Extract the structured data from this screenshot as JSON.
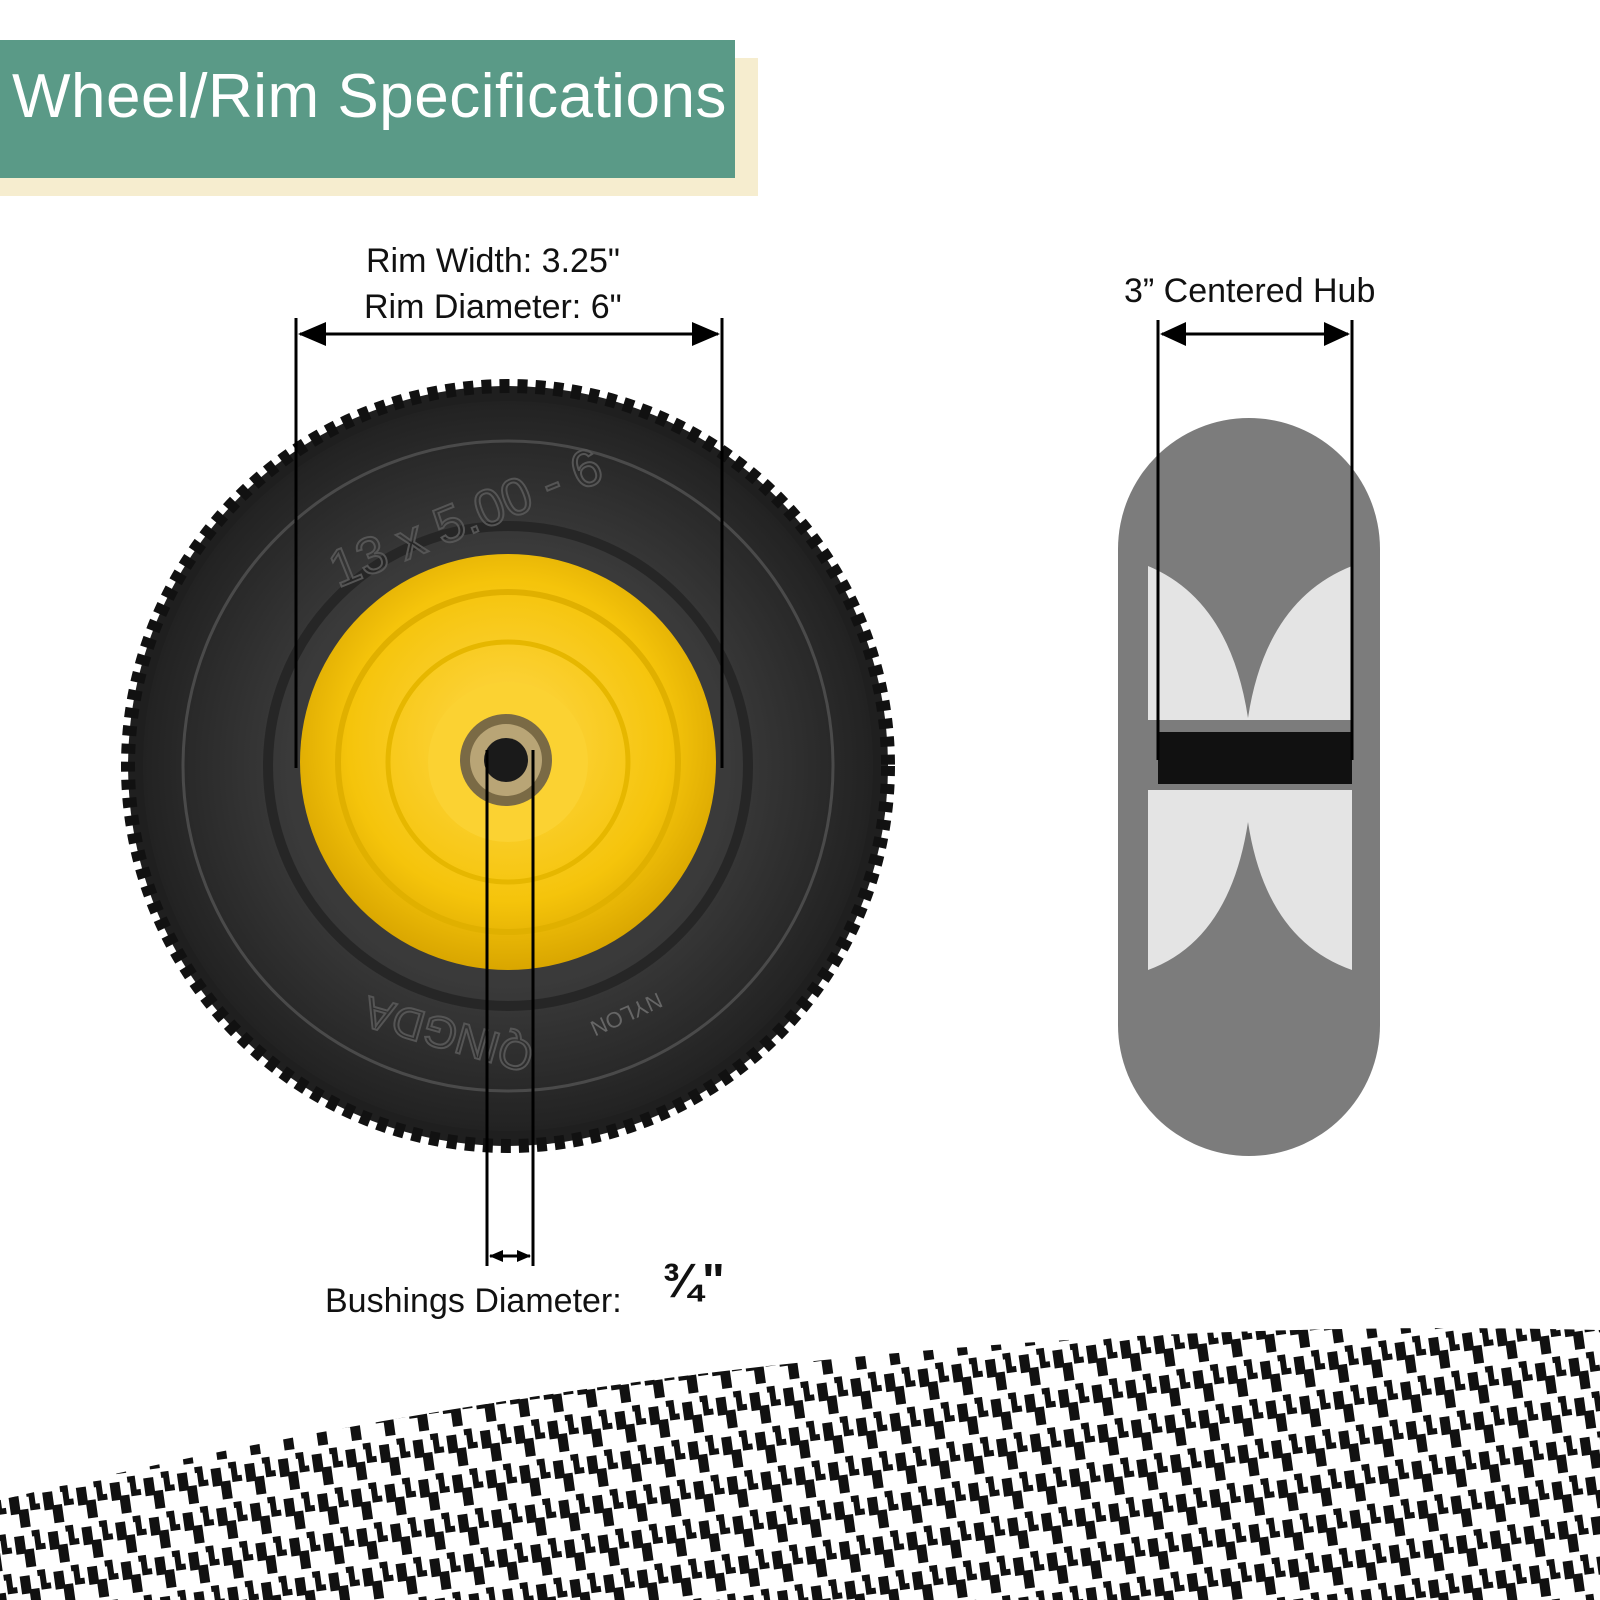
{
  "title": "Wheel/Rim Specifications",
  "labels": {
    "rim_width": "Rim Width: 3.25\"",
    "rim_diameter": "Rim Diameter: 6\"",
    "hub": "3” Centered Hub",
    "bushings": "Bushings Diameter:",
    "bushings_value": "¾\""
  },
  "tire_sidewall": {
    "size": "13 x 5.00 - 6",
    "brand": "QINGDA",
    "material": "NYLON"
  },
  "colors": {
    "title_bg": "#5a9a87",
    "title_shadow": "#f6edcf",
    "rim": "#f2c20c",
    "tire": "#2b2b2b",
    "side_view": "#7c7c7c"
  }
}
